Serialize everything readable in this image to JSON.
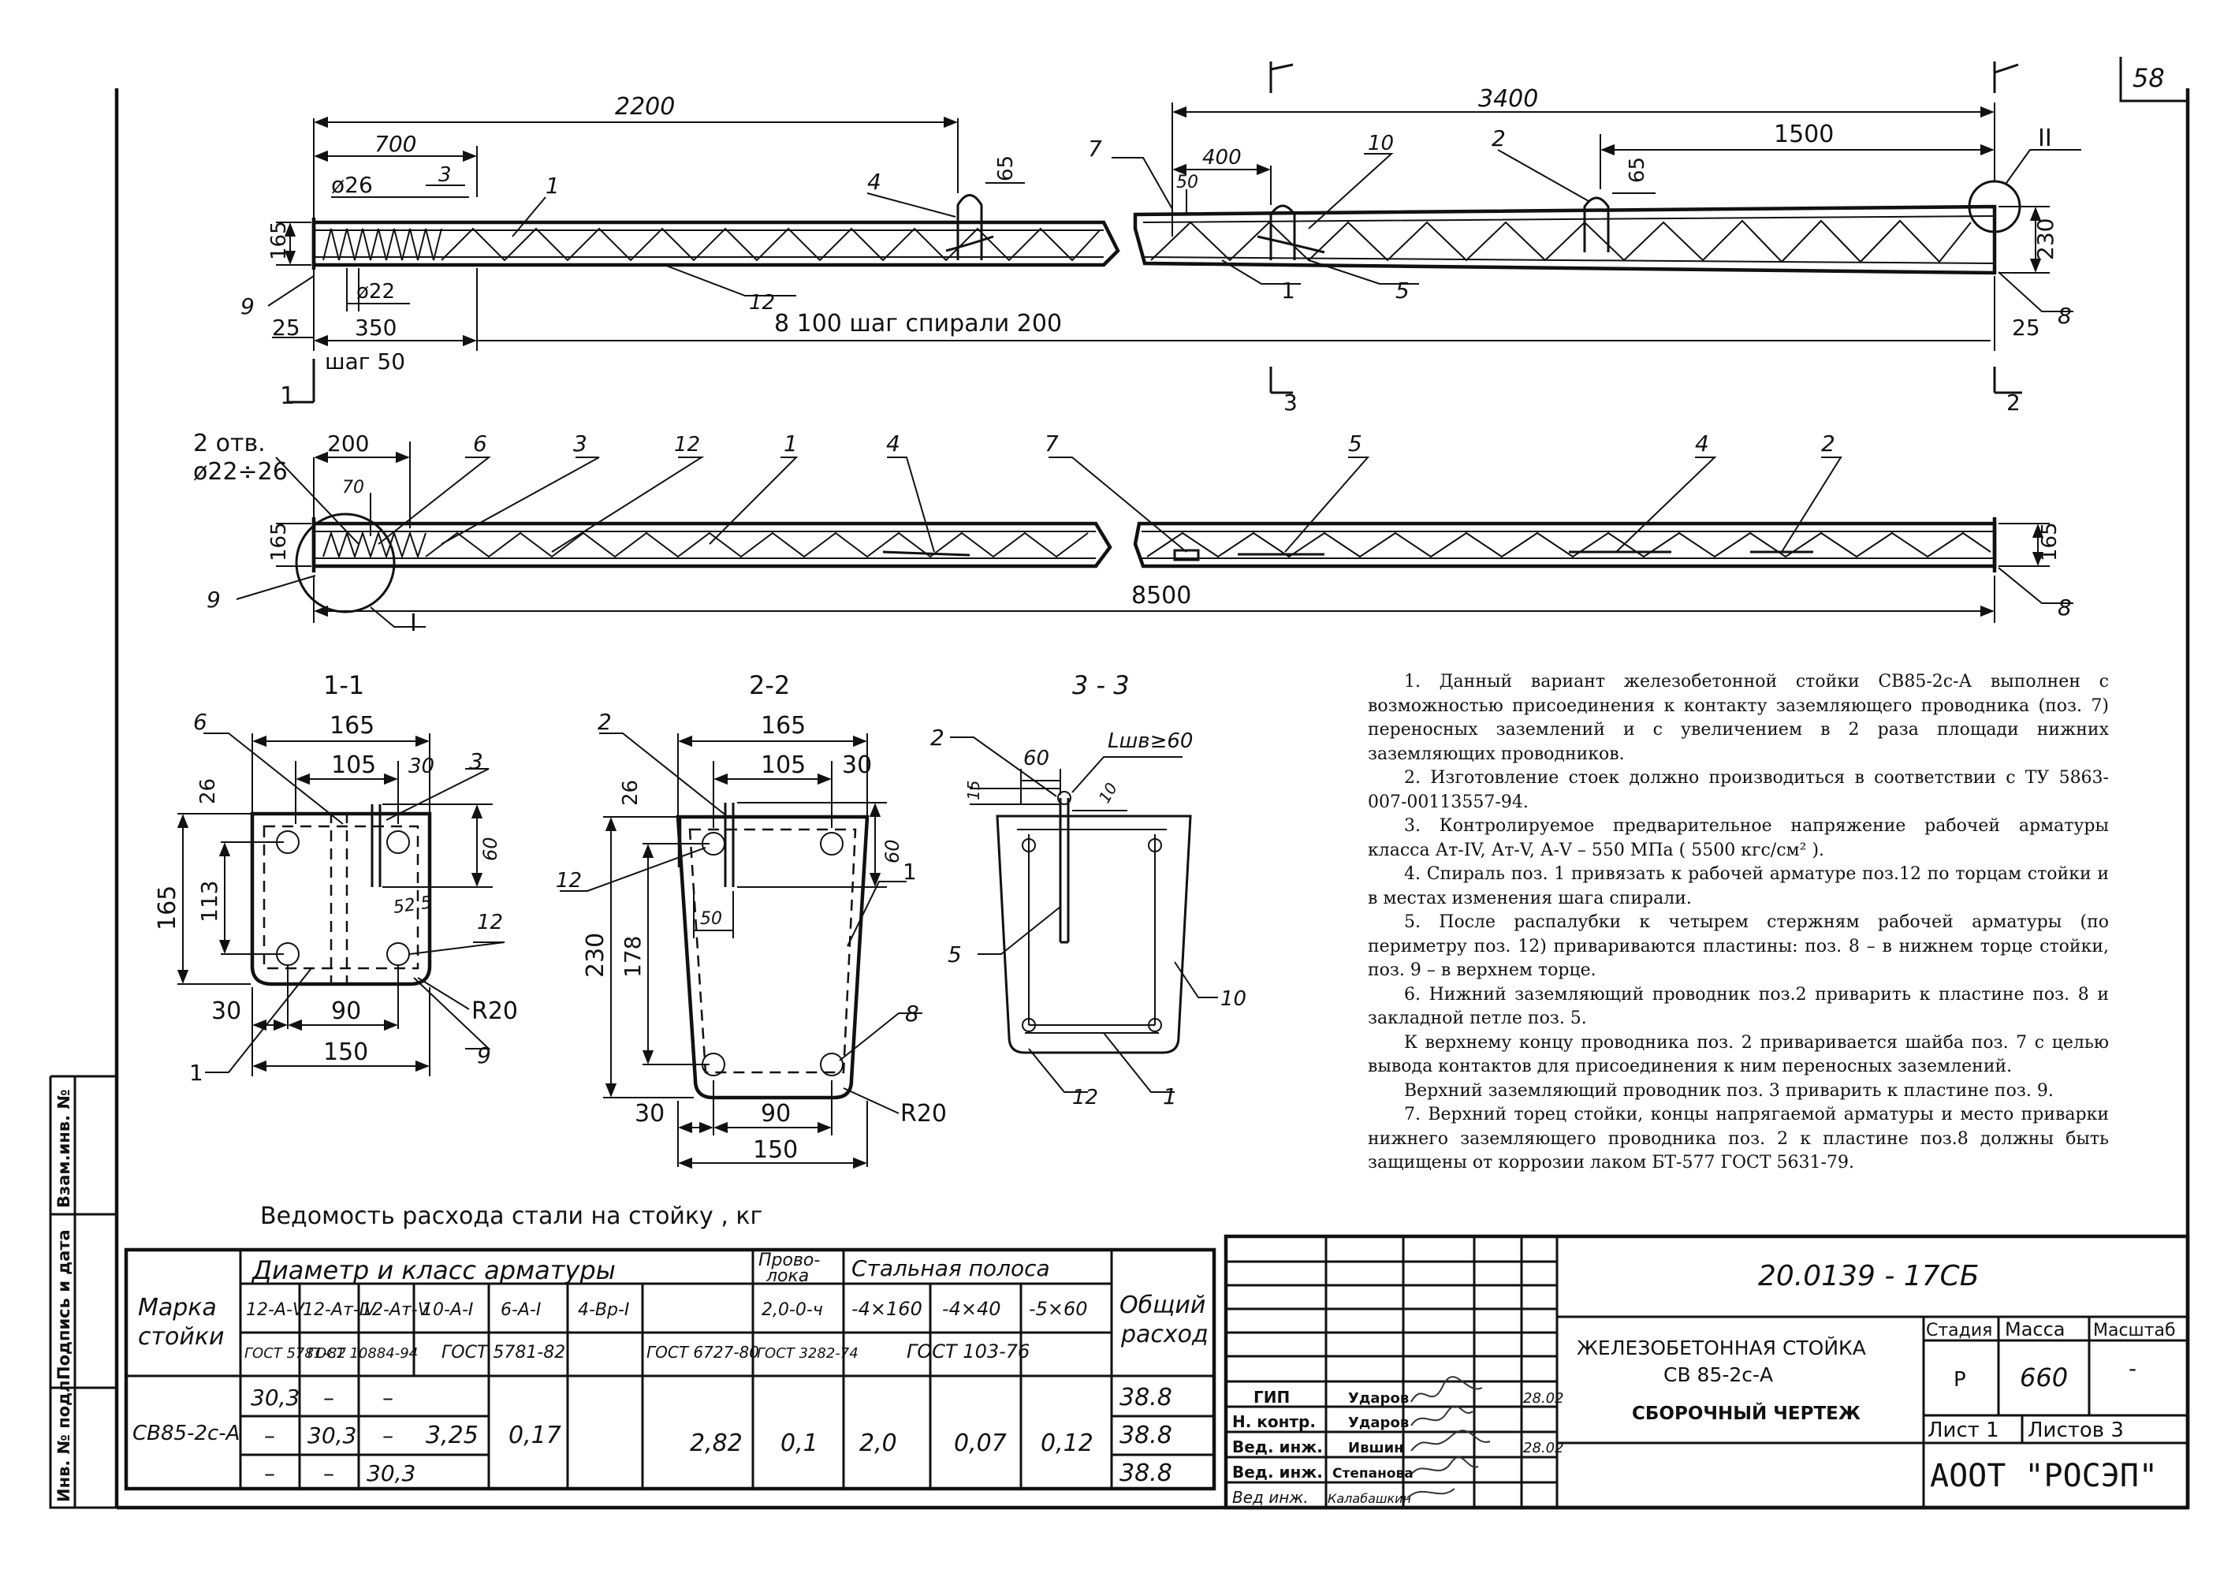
{
  "sheet": {
    "page_number": "58",
    "document_code": "20.0139 - 17СБ",
    "title_line1": "ЖЕЛЕЗОБЕТОННАЯ СТОЙКА",
    "title_line2": "СВ 85-2с-А",
    "subtitle": "СБОРОЧНЫЙ ЧЕРТЕЖ",
    "organization": "АООТ \"РОСЭП\"",
    "stage_label": "Стадия",
    "mass_label": "Масса",
    "scale_label": "Масштаб",
    "stage": "Р",
    "mass": "660",
    "scale": "-",
    "sheet_label": "Лист 1",
    "sheets_label": "Листов 3",
    "roles": [
      "ГИП",
      "Н. контр.",
      "Вед. инж.",
      "Вед. инж.",
      "Вед инж."
    ],
    "names": [
      "Ударов",
      "Ударов",
      "Ившин",
      "Степанова",
      "Калабашкин"
    ],
    "dates": [
      "28.02",
      "",
      "28.02",
      "",
      ""
    ],
    "side_labels": [
      "Инв. № подл.",
      "Подпись и дата",
      "Взам.инв. №"
    ]
  },
  "elevation": {
    "dims": {
      "d2200": "2200",
      "d700": "700",
      "d26": "ø26",
      "d65a": "65",
      "d165": "165",
      "d22": "ø22",
      "d25a": "25",
      "d350": "350",
      "step50": "шаг 50",
      "spiral": "8 100 шаг спирали 200",
      "d3400": "3400",
      "d400": "400",
      "d50": "50",
      "d65b": "65",
      "d1500": "1500",
      "d230": "230",
      "d25b": "25"
    },
    "cuts": [
      "1",
      "3",
      "2",
      "II"
    ],
    "callouts": [
      "9",
      "3",
      "1",
      "4",
      "12",
      "7",
      "10",
      "2",
      "1",
      "5",
      "8"
    ]
  },
  "plan": {
    "dims": {
      "holes": "2 отв.",
      "hole_d": "ø22÷26",
      "d200": "200",
      "d70": "70",
      "d165a": "165",
      "d165b": "165",
      "d8500": "8500"
    },
    "detail": "I",
    "callouts": [
      "6",
      "3",
      "12",
      "1",
      "4",
      "7",
      "5",
      "4",
      "2",
      "9",
      "8"
    ]
  },
  "sections": {
    "s11": {
      "title": "1-1",
      "dims": [
        "165",
        "105",
        "30",
        "26",
        "165",
        "113",
        "60",
        "52.5",
        "30",
        "90",
        "150",
        "R20"
      ],
      "callouts": [
        "6",
        "3",
        "12",
        "1",
        "9"
      ]
    },
    "s22": {
      "title": "2-2",
      "dims": [
        "165",
        "105",
        "30",
        "26",
        "60",
        "230",
        "178",
        "50",
        "30",
        "90",
        "150",
        "R20"
      ],
      "callouts": [
        "2",
        "12",
        "1",
        "8"
      ]
    },
    "s33": {
      "title": "3 - 3",
      "dims": [
        "60",
        "Lшв≥60",
        "15",
        "10"
      ],
      "callouts": [
        "2",
        "5",
        "10",
        "12",
        "1"
      ]
    }
  },
  "notes": [
    "1. Данный вариант железобетонной стойки СВ85-2с-А выполнен с возможностью присоединения к контакту заземляющего проводника (поз. 7) переносных заземлений и с увеличением в 2 раза площади нижних заземляющих проводников.",
    "2. Изготовление стоек должно производиться в соответствии с ТУ 5863-007-00113557-94.",
    "3. Контролируемое предварительное напряжение рабочей арматуры класса Ат-IV, Ат-V, А-V – 550 МПа   ( 5500 кгс/см² ).",
    "4. Спираль поз. 1 привязать к рабочей арматуре поз.12 по торцам стойки и в местах изменения шага спирали.",
    "5. После распалубки к четырем стержням рабочей арматуры (по периметру поз. 12) привариваются пластины: поз. 8 – в нижнем торце стойки, поз. 9 – в верхнем торце.",
    "6. Нижний заземляющий проводник поз.2 приварить к пластине поз. 8 и закладной петле поз. 5.",
    "К верхнему концу проводника поз. 2 приваривается шайба поз. 7 с целью вывода контактов для присоединения к ним переносных заземлений.",
    "Верхний заземляющий проводник поз. 3 приварить к пластине поз. 9.",
    "7. Верхний торец стойки, концы напрягаемой арматуры и место приварки нижнего заземляющего проводника поз. 2 к пластине поз.8 должны быть защищены от коррозии лаком БТ-577 ГОСТ 5631-79."
  ],
  "steel_table": {
    "caption": "Ведомость расхода стали на стойку , кг",
    "mark_header": "Марка стойки",
    "diam_header": "Диаметр и класс арматуры",
    "wire_header": "Проволока",
    "strip_header": "Стальная полоса",
    "total_header": "Общий расход",
    "subheaders": [
      "12-А-V",
      "12-Ат-IV",
      "12-Ат-V",
      "10-А-I",
      "6-А-I",
      "4-Вр-I",
      "2,0-0-ч",
      "-4×160",
      "-4×40",
      "-5×60"
    ],
    "standards": [
      "ГОСТ 5781-82",
      "ГОСТ 10884-94",
      "ГОСТ 5781-82",
      "ГОСТ 6727-80",
      "ГОСТ 3282-74",
      "ГОСТ 103-76"
    ],
    "mark": "СВ85-2с-А",
    "rebar_rows": [
      [
        "30,3",
        "–",
        "–"
      ],
      [
        "–",
        "30,3",
        "–"
      ],
      [
        "–",
        "–",
        "30,3"
      ]
    ],
    "common": [
      "3,25",
      "0,17",
      "2,82",
      "0,1",
      "2,0",
      "0,07",
      "0,12"
    ],
    "totals": [
      "38.8",
      "38.8",
      "38.8"
    ]
  }
}
